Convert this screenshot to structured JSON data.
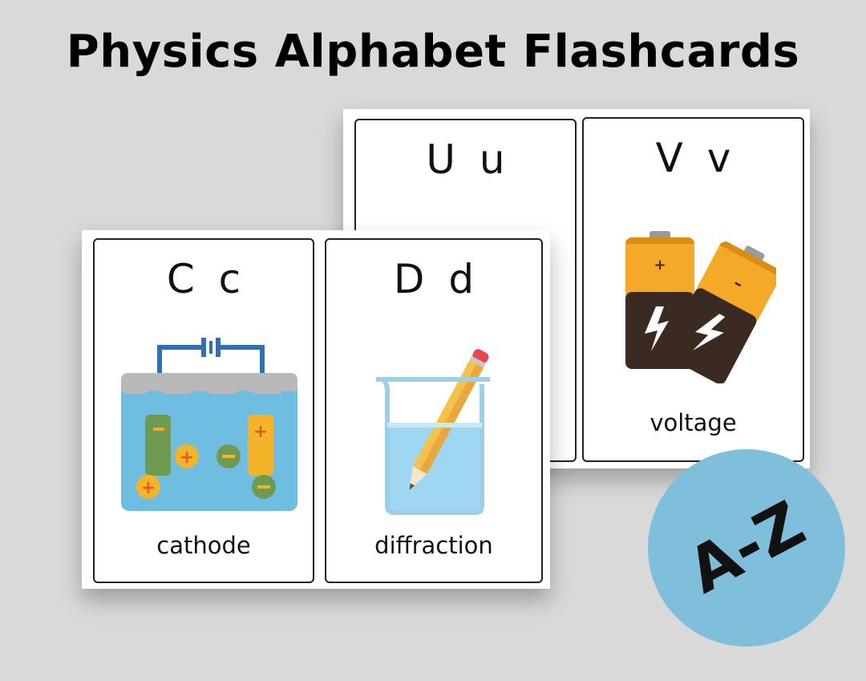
{
  "title": "Physics Alphabet Flashcards",
  "badge": "A-Z",
  "colors": {
    "background": "#d9d9d9",
    "badge": "#7fbfdc",
    "water": "#6fbde0",
    "battery_orange": "#f4a928",
    "battery_dark": "#3b2a22"
  },
  "cards": {
    "u": {
      "letter": "U u",
      "word": ""
    },
    "v": {
      "letter": "V v",
      "word": "voltage",
      "icon": "battery-icon"
    },
    "c": {
      "letter": "C c",
      "word": "cathode",
      "icon": "electrolysis-icon"
    },
    "d": {
      "letter": "D d",
      "word": "diffraction",
      "icon": "beaker-pencil-icon"
    }
  }
}
